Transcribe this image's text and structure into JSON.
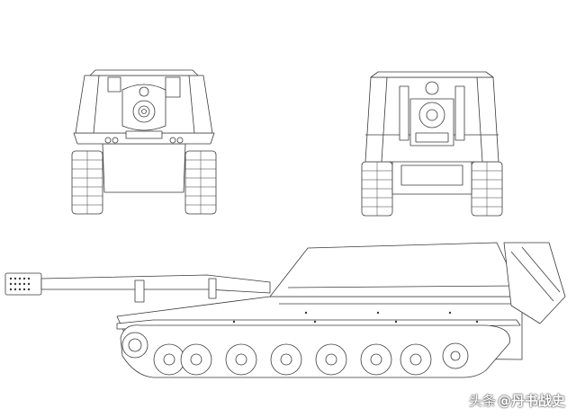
{
  "watermark": {
    "platform": "头条",
    "handle": "@丹书战史"
  },
  "drawing": {
    "views": [
      "front-view",
      "rear-view",
      "side-view"
    ],
    "line_color": "#3a3a3a",
    "fill_color": "#ffffff"
  }
}
